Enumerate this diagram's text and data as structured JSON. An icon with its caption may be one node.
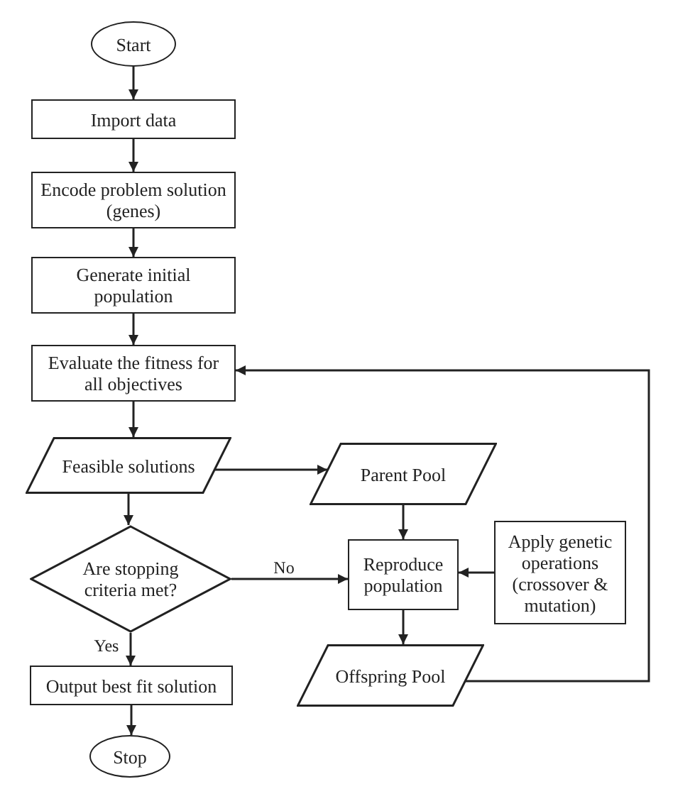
{
  "diagram": {
    "nodes": [
      {
        "text": [
          "Start"
        ]
      },
      {
        "text": [
          "Import data"
        ]
      },
      {
        "text": [
          "Encode problem solution (genes)"
        ]
      },
      {
        "text": [
          "Generate initial population"
        ]
      },
      {
        "text": [
          "Evaluate the fitness for all objectives"
        ]
      },
      {
        "text": [
          "Feasible solutions"
        ]
      },
      {
        "text": [
          "Parent Pool"
        ]
      },
      {
        "text": [
          "Are stopping criteria met?"
        ]
      },
      {
        "text": [
          "Reproduce population"
        ]
      },
      {
        "text": [
          "Apply genetic operations (crossover & mutation)"
        ]
      },
      {
        "text": [
          "Offspring Pool"
        ]
      },
      {
        "text": [
          "Output best fit solution"
        ]
      },
      {
        "text": [
          "Stop"
        ]
      }
    ],
    "edges": [
      {
        "from": 0,
        "to": 1,
        "arrow": "to"
      },
      {
        "from": 1,
        "to": 2,
        "arrow": "to"
      },
      {
        "from": 2,
        "to": 3,
        "arrow": "to"
      },
      {
        "from": 3,
        "to": 4,
        "arrow": "to"
      },
      {
        "from": 4,
        "to": 5,
        "arrow": "to"
      },
      {
        "from": 5,
        "to": 6,
        "arrow": "to"
      },
      {
        "from": 5,
        "to": 7,
        "arrow": "to"
      },
      {
        "from": 7,
        "to": 8,
        "arrow": "to",
        "label": "No"
      },
      {
        "from": 6,
        "to": 8,
        "arrow": "to"
      },
      {
        "from": 9,
        "to": 8,
        "arrow": "to"
      },
      {
        "from": 8,
        "to": 10,
        "arrow": "to"
      },
      {
        "from": 10,
        "to": 4,
        "arrow": "to"
      },
      {
        "from": 7,
        "to": 11,
        "arrow": "to",
        "label": "Yes"
      },
      {
        "from": 11,
        "to": 12,
        "arrow": "to"
      }
    ]
  }
}
